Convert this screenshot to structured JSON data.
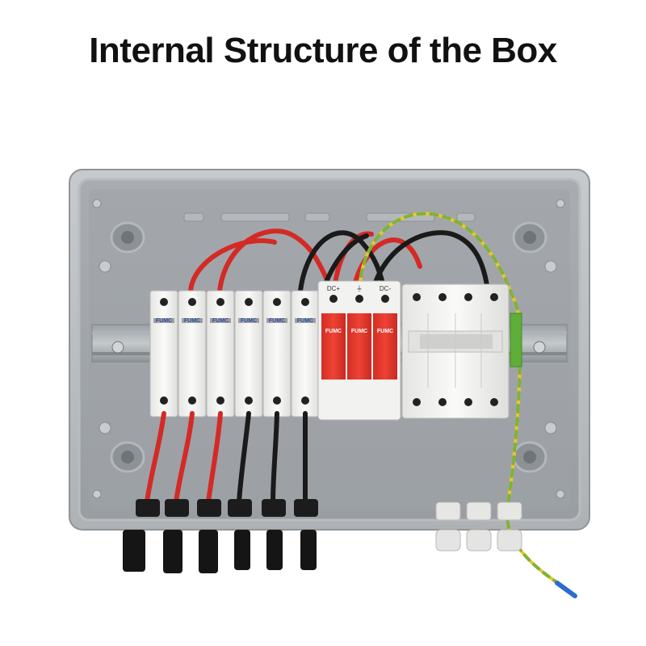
{
  "title": "Internal Structure of the Box",
  "colors": {
    "enclosure": "#b9bcbf",
    "enclosure_inner": "#a4a8ac",
    "breaker_white": "#f2f2f0",
    "spd_red": "#e8382c",
    "wire_red": "#d42a26",
    "wire_black": "#1a1a1a",
    "wire_earth_green": "#7fb23a",
    "wire_earth_yellow": "#e8c82a"
  },
  "labels": {
    "brand": "FUMC",
    "spd_terminal_left": "DC+",
    "spd_terminal_mid": "⏚",
    "spd_terminal_right": "DC-"
  }
}
